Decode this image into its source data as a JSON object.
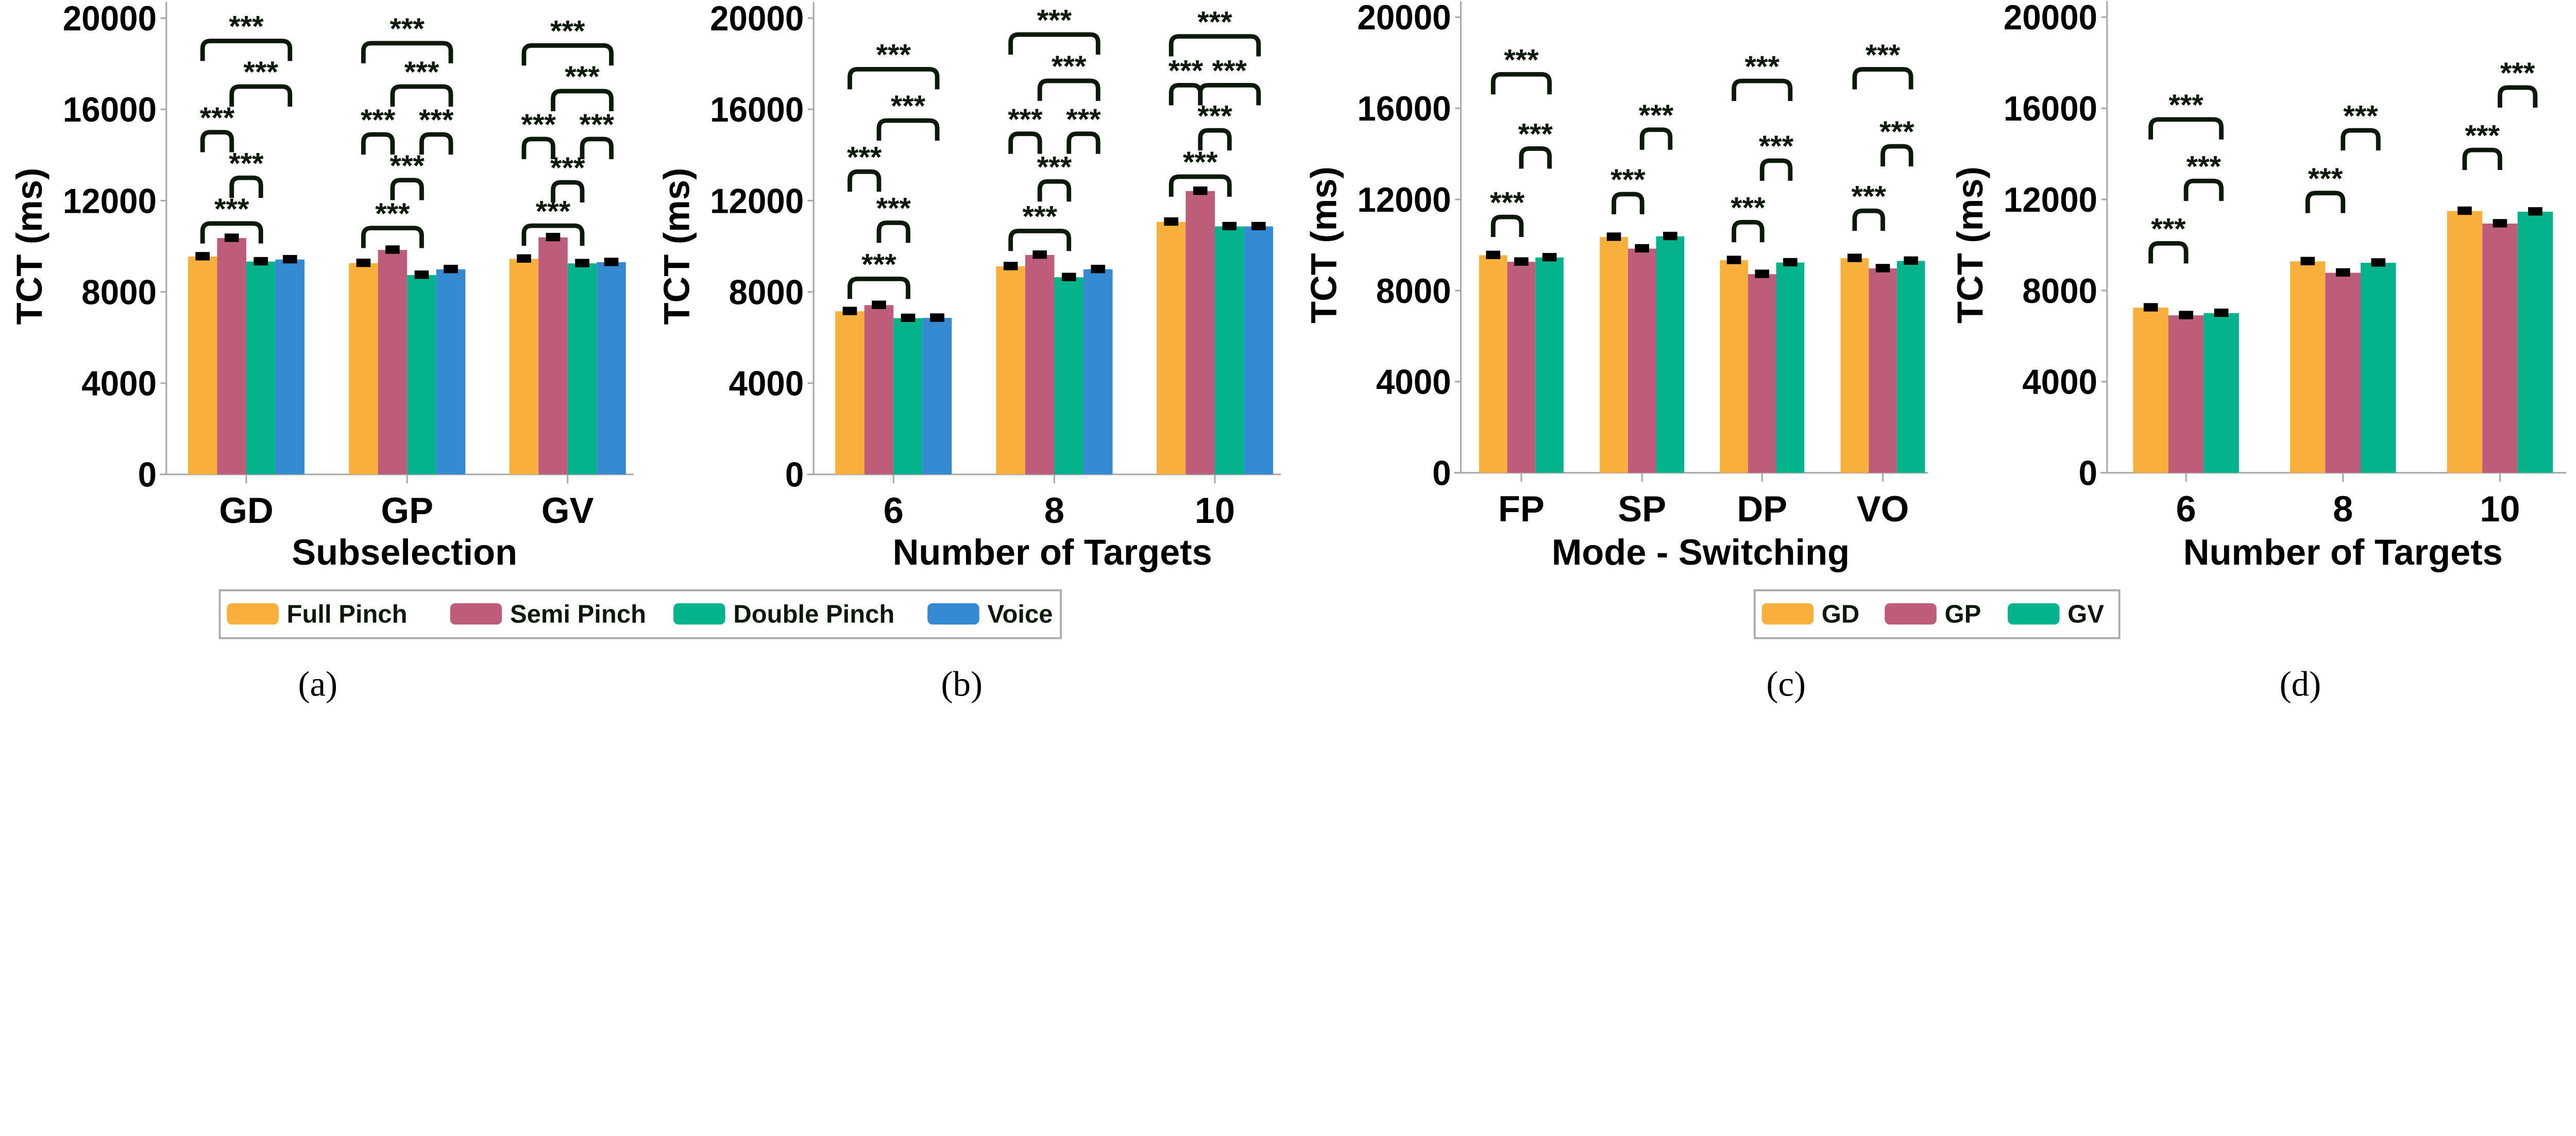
{
  "colors": {
    "orange": "#F7B03B",
    "pink": "#BD5C7B",
    "green": "#02B38C",
    "blue": "#3589D0"
  },
  "legends": [
    {
      "items": [
        {
          "label": "Full Pinch",
          "color": "#F7B03B"
        },
        {
          "label": "Semi Pinch",
          "color": "#BD5C7B"
        },
        {
          "label": "Double Pinch",
          "color": "#02B38C"
        },
        {
          "label": "Voice",
          "color": "#3589D0"
        }
      ]
    },
    {
      "items": [
        {
          "label": "GD",
          "color": "#F7B03B"
        },
        {
          "label": "GP",
          "color": "#BD5C7B"
        },
        {
          "label": "GV",
          "color": "#02B38C"
        }
      ]
    }
  ],
  "chart_data": [
    {
      "type": "bar",
      "panel_label": "(a)",
      "xlabel": "Subselection",
      "ylabel": "TCT (ms)",
      "ylim": [
        0,
        20000
      ],
      "yticks": [
        0,
        4000,
        8000,
        12000,
        16000,
        20000
      ],
      "grid": false,
      "legend": "below",
      "categories": [
        "GD",
        "GP",
        "GV"
      ],
      "series": [
        {
          "name": "Full Pinch",
          "values": [
            9550,
            9260,
            9450
          ]
        },
        {
          "name": "Semi Pinch",
          "values": [
            10360,
            9840,
            10390
          ]
        },
        {
          "name": "Double Pinch",
          "values": [
            9330,
            8740,
            9250
          ]
        },
        {
          "name": "Voice",
          "values": [
            9420,
            8990,
            9300
          ]
        }
      ],
      "significance": [
        [
          {
            "pair": [
              0,
              2
            ],
            "y": 11000,
            "label": "***"
          },
          {
            "pair": [
              1,
              2
            ],
            "y": 13000,
            "label": "***"
          },
          {
            "pair": [
              0,
              1
            ],
            "y": 15000,
            "label": "***"
          },
          {
            "pair": [
              1,
              3
            ],
            "y": 17000,
            "label": "***"
          },
          {
            "pair": [
              0,
              3
            ],
            "y": 19000,
            "label": "***"
          }
        ],
        [
          {
            "pair": [
              0,
              2
            ],
            "y": 10800,
            "label": "***"
          },
          {
            "pair": [
              1,
              2
            ],
            "y": 12900,
            "label": "***"
          },
          {
            "pair": [
              0,
              1
            ],
            "y": 14900,
            "label": "***"
          },
          {
            "pair": [
              2,
              3
            ],
            "y": 14900,
            "label": "***"
          },
          {
            "pair": [
              1,
              3
            ],
            "y": 17000,
            "label": "***"
          },
          {
            "pair": [
              0,
              3
            ],
            "y": 18900,
            "label": "***"
          }
        ],
        [
          {
            "pair": [
              0,
              2
            ],
            "y": 10900,
            "label": "***"
          },
          {
            "pair": [
              1,
              2
            ],
            "y": 12800,
            "label": "***"
          },
          {
            "pair": [
              0,
              1
            ],
            "y": 14700,
            "label": "***"
          },
          {
            "pair": [
              2,
              3
            ],
            "y": 14700,
            "label": "***"
          },
          {
            "pair": [
              1,
              3
            ],
            "y": 16800,
            "label": "***"
          },
          {
            "pair": [
              0,
              3
            ],
            "y": 18800,
            "label": "***"
          }
        ]
      ]
    },
    {
      "type": "bar",
      "panel_label": "(b)",
      "xlabel": "Number of Targets",
      "ylabel": "TCT (ms)",
      "ylim": [
        0,
        20000
      ],
      "yticks": [
        0,
        4000,
        8000,
        12000,
        16000,
        20000
      ],
      "grid": false,
      "categories": [
        "6",
        "8",
        "10"
      ],
      "series": [
        {
          "name": "Full Pinch",
          "values": [
            7150,
            9120,
            11070
          ]
        },
        {
          "name": "Semi Pinch",
          "values": [
            7420,
            9620,
            12420
          ]
        },
        {
          "name": "Double Pinch",
          "values": [
            6850,
            8640,
            10870
          ]
        },
        {
          "name": "Voice",
          "values": [
            6860,
            8990,
            10870
          ]
        }
      ],
      "significance": [
        [
          {
            "pair": [
              0,
              2
            ],
            "y": 8570,
            "label": "***"
          },
          {
            "pair": [
              1,
              2
            ],
            "y": 11030,
            "label": "***"
          },
          {
            "pair": [
              0,
              1
            ],
            "y": 13270,
            "label": "***"
          },
          {
            "pair": [
              1,
              3
            ],
            "y": 15510,
            "label": "***"
          },
          {
            "pair": [
              0,
              3
            ],
            "y": 17760,
            "label": "***"
          }
        ],
        [
          {
            "pair": [
              0,
              2
            ],
            "y": 10670,
            "label": "***"
          },
          {
            "pair": [
              1,
              2
            ],
            "y": 12840,
            "label": "***"
          },
          {
            "pair": [
              0,
              1
            ],
            "y": 14930,
            "label": "***"
          },
          {
            "pair": [
              2,
              3
            ],
            "y": 14930,
            "label": "***"
          },
          {
            "pair": [
              1,
              3
            ],
            "y": 17250,
            "label": "***"
          },
          {
            "pair": [
              0,
              3
            ],
            "y": 19280,
            "label": "***"
          }
        ],
        [
          {
            "pair": [
              0,
              2
            ],
            "y": 13050,
            "label": "***"
          },
          {
            "pair": [
              1,
              2
            ],
            "y": 15080,
            "label": "***"
          },
          {
            "pair": [
              0,
              1
            ],
            "y": 17060,
            "label": "***"
          },
          {
            "pair": [
              1,
              3
            ],
            "y": 17060,
            "label": "***"
          },
          {
            "pair": [
              0,
              3
            ],
            "y": 19200,
            "label": "***"
          }
        ]
      ]
    },
    {
      "type": "bar",
      "panel_label": "(c)",
      "xlabel": "Mode - Switching",
      "ylabel": "TCT (ms)",
      "ylim": [
        0,
        20000
      ],
      "yticks": [
        0,
        4000,
        8000,
        12000,
        16000,
        20000
      ],
      "grid": false,
      "legend": "below",
      "categories": [
        "FP",
        "SP",
        "DP",
        "VO"
      ],
      "series": [
        {
          "name": "GD",
          "values": [
            9550,
            10350,
            9330,
            9420
          ]
        },
        {
          "name": "GP",
          "values": [
            9260,
            9840,
            8720,
            8970
          ]
        },
        {
          "name": "GV",
          "values": [
            9450,
            10380,
            9230,
            9300
          ]
        }
      ],
      "significance": [
        [
          {
            "pair": [
              0,
              1
            ],
            "y": 11230,
            "label": "***"
          },
          {
            "pair": [
              1,
              2
            ],
            "y": 14230,
            "label": "***"
          },
          {
            "pair": [
              0,
              2
            ],
            "y": 17490,
            "label": "***"
          }
        ],
        [
          {
            "pair": [
              0,
              1
            ],
            "y": 12230,
            "label": "***"
          },
          {
            "pair": [
              1,
              2
            ],
            "y": 15060,
            "label": "***"
          }
        ],
        [
          {
            "pair": [
              0,
              1
            ],
            "y": 11000,
            "label": "***"
          },
          {
            "pair": [
              1,
              2
            ],
            "y": 13700,
            "label": "***"
          },
          {
            "pair": [
              0,
              2
            ],
            "y": 17200,
            "label": "***"
          }
        ],
        [
          {
            "pair": [
              0,
              1
            ],
            "y": 11500,
            "label": "***"
          },
          {
            "pair": [
              1,
              2
            ],
            "y": 14330,
            "label": "***"
          },
          {
            "pair": [
              0,
              2
            ],
            "y": 17710,
            "label": "***"
          }
        ]
      ]
    },
    {
      "type": "bar",
      "panel_label": "(d)",
      "xlabel": "Number of Targets",
      "ylabel": "TCT (ms)",
      "ylim": [
        0,
        20000
      ],
      "yticks": [
        0,
        4000,
        8000,
        12000,
        16000,
        20000
      ],
      "grid": false,
      "categories": [
        "6",
        "8",
        "10"
      ],
      "series": [
        {
          "name": "GD",
          "values": [
            7250,
            9280,
            11490
          ]
        },
        {
          "name": "GP",
          "values": [
            6910,
            8780,
            10940
          ]
        },
        {
          "name": "GV",
          "values": [
            7010,
            9220,
            11460
          ]
        }
      ],
      "significance": [
        [
          {
            "pair": [
              0,
              1
            ],
            "y": 10070,
            "label": "***"
          },
          {
            "pair": [
              1,
              2
            ],
            "y": 12810,
            "label": "***"
          },
          {
            "pair": [
              0,
              2
            ],
            "y": 15510,
            "label": "***"
          }
        ],
        [
          {
            "pair": [
              0,
              1
            ],
            "y": 12280,
            "label": "***"
          },
          {
            "pair": [
              1,
              2
            ],
            "y": 15030,
            "label": "***"
          }
        ],
        [
          {
            "pair": [
              0,
              1
            ],
            "y": 14170,
            "label": "***"
          },
          {
            "pair": [
              1,
              2
            ],
            "y": 16910,
            "label": "***"
          }
        ]
      ]
    }
  ]
}
